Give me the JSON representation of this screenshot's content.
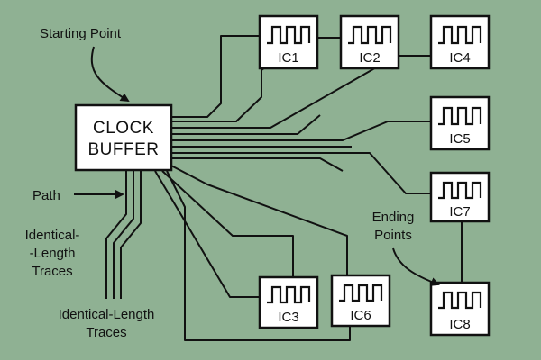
{
  "clock_buffer": {
    "line1": "CLOCK",
    "line2": "BUFFER"
  },
  "ics": [
    {
      "id": "ic1",
      "label": "IC1"
    },
    {
      "id": "ic2",
      "label": "IC2"
    },
    {
      "id": "ic4",
      "label": "IC4"
    },
    {
      "id": "ic5",
      "label": "IC5"
    },
    {
      "id": "ic7",
      "label": "IC7"
    },
    {
      "id": "ic3",
      "label": "IC3"
    },
    {
      "id": "ic6",
      "label": "IC6"
    },
    {
      "id": "ic8",
      "label": "IC8"
    }
  ],
  "annotations": {
    "starting_point": "Starting Point",
    "path": "Path",
    "identical_length_left": [
      "Identical-",
      "-Length",
      "Traces"
    ],
    "identical_length_bottom": [
      "Identical-Length",
      "Traces"
    ],
    "ending_points": [
      "Ending",
      "Points"
    ]
  },
  "colors": {
    "background": "#8fb193",
    "box_fill": "#ffffff",
    "stroke": "#111111"
  }
}
